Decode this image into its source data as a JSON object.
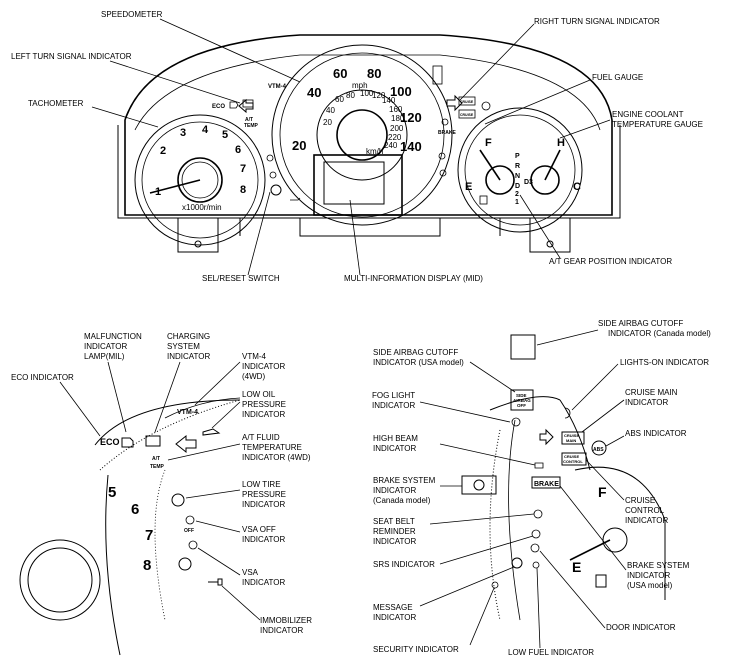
{
  "top_labels": {
    "speedometer": "SPEEDOMETER",
    "left_turn": "LEFT TURN SIGNAL INDICATOR",
    "tachometer": "TACHOMETER",
    "right_turn": "RIGHT TURN SIGNAL INDICATOR",
    "fuel_gauge": "FUEL GAUGE",
    "coolant_1": "ENGINE COOLANT",
    "coolant_2": "TEMPERATURE GAUGE",
    "gear_pos": "A/T GEAR POSITION INDICATOR",
    "mid": "MULTI-INFORMATION DISPLAY (MID)",
    "sel_reset": "SEL/RESET SWITCH"
  },
  "cluster": {
    "speed_marks": [
      "20",
      "40",
      "60",
      "80",
      "100",
      "120",
      "140"
    ],
    "mph": "mph",
    "kmh_marks": [
      "20",
      "40",
      "60",
      "80",
      "100",
      "120",
      "140",
      "160",
      "180",
      "200",
      "220",
      "240"
    ],
    "km_h": "km/h",
    "tach_marks": [
      "1",
      "2",
      "3",
      "4",
      "5",
      "6",
      "7",
      "8"
    ],
    "tach_unit": "x1000r/min",
    "vtm4": "VTM-4",
    "eco": "ECO",
    "at_temp_1": "A/T",
    "at_temp_2": "TEMP",
    "brake": "BRAKE",
    "cruise_main_1": "CRUISE",
    "cruise_main_2": "MAIN",
    "cruise_ctrl_1": "CRUISE",
    "cruise_ctrl_2": "CONTROL",
    "fuel_f": "F",
    "fuel_e": "E",
    "temp_h": "H",
    "temp_c": "C",
    "gears": [
      "P",
      "R",
      "N",
      "D",
      "2",
      "1"
    ],
    "d3": "D3"
  },
  "left_detail": {
    "mil_1": "MALFUNCTION",
    "mil_2": "INDICATOR",
    "mil_3": "LAMP(MIL)",
    "charging_1": "CHARGING",
    "charging_2": "SYSTEM",
    "charging_3": "INDICATOR",
    "eco_ind": "ECO INDICATOR",
    "vtm4_1": "VTM-4",
    "vtm4_2": "INDICATOR",
    "vtm4_3": "(4WD)",
    "oil_1": "LOW OIL",
    "oil_2": "PRESSURE",
    "oil_3": "INDICATOR",
    "atf_1": "A/T FLUID",
    "atf_2": "TEMPERATURE",
    "atf_3": "INDICATOR (4WD)",
    "tire_1": "LOW TIRE",
    "tire_2": "PRESSURE",
    "tire_3": "INDICATOR",
    "vsa_off_1": "VSA OFF",
    "vsa_off_2": "INDICATOR",
    "vsa_1": "VSA",
    "vsa_2": "INDICATOR",
    "immob_1": "IMMOBILIZER",
    "immob_2": "INDICATOR",
    "eco_icon": "ECO",
    "vtm_icon": "VTM-4",
    "at_icon_1": "A/T",
    "at_icon_2": "TEMP",
    "tach_nums": [
      "5",
      "6",
      "7",
      "8"
    ],
    "off_txt": "OFF"
  },
  "right_detail": {
    "airbag_can_1": "SIDE AIRBAG CUTOFF",
    "airbag_can_2": "INDICATOR (Canada model)",
    "airbag_usa_1": "SIDE AIRBAG CUTOFF",
    "airbag_usa_2": "INDICATOR (USA model)",
    "lights_on": "LIGHTS-ON INDICATOR",
    "fog_1": "FOG LIGHT",
    "fog_2": "INDICATOR",
    "cruise_main_1": "CRUISE MAIN",
    "cruise_main_2": "INDICATOR",
    "high_beam_1": "HIGH BEAM",
    "high_beam_2": "INDICATOR",
    "abs": "ABS INDICATOR",
    "brake_can_1": "BRAKE SYSTEM",
    "brake_can_2": "INDICATOR",
    "brake_can_3": "(Canada model)",
    "cruise_ctrl_1": "CRUISE",
    "cruise_ctrl_2": "CONTROL",
    "cruise_ctrl_3": "INDICATOR",
    "seatbelt_1": "SEAT BELT",
    "seatbelt_2": "REMINDER",
    "seatbelt_3": "INDICATOR",
    "srs": "SRS INDICATOR",
    "brake_usa_1": "BRAKE SYSTEM",
    "brake_usa_2": "INDICATOR",
    "brake_usa_3": "(USA model)",
    "message_1": "MESSAGE",
    "message_2": "INDICATOR",
    "door": "DOOR INDICATOR",
    "security": "SECURITY INDICATOR",
    "low_fuel": "LOW FUEL INDICATOR",
    "side_icon_1": "SIDE",
    "side_icon_2": "AIRBAG",
    "side_icon_3": "OFF",
    "cruise_main_icon_1": "CRUISE",
    "cruise_main_icon_2": "MAIN",
    "cruise_ctrl_icon_1": "CRUISE",
    "cruise_ctrl_icon_2": "CONTROL",
    "abs_icon": "ABS",
    "brake_icon": "BRAKE",
    "f": "F",
    "e": "E"
  }
}
